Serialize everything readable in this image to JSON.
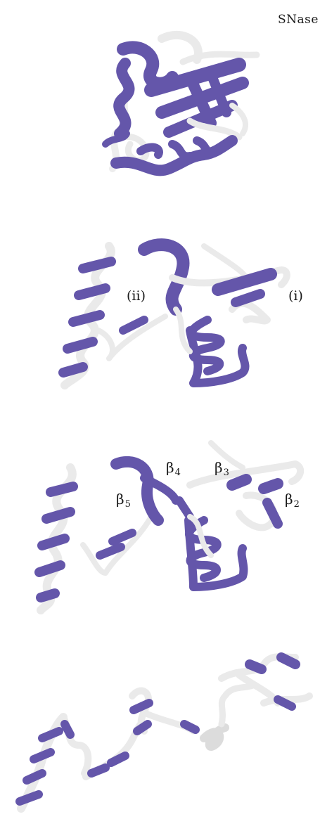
{
  "figure": {
    "title": "SNase",
    "labels": {
      "i": "(i)",
      "ii": "(ii)"
    },
    "strands": [
      {
        "symbol": "β",
        "index": "4"
      },
      {
        "symbol": "β",
        "index": "3"
      },
      {
        "symbol": "β",
        "index": "5"
      },
      {
        "symbol": "β",
        "index": "2"
      }
    ]
  },
  "colors": {
    "ribbon_dark": "#6456aa",
    "ribbon_light": "#eaeaea",
    "ribbon_edge": "#b8b8b8",
    "background": "#ffffff",
    "text": "#1a1a1a"
  }
}
